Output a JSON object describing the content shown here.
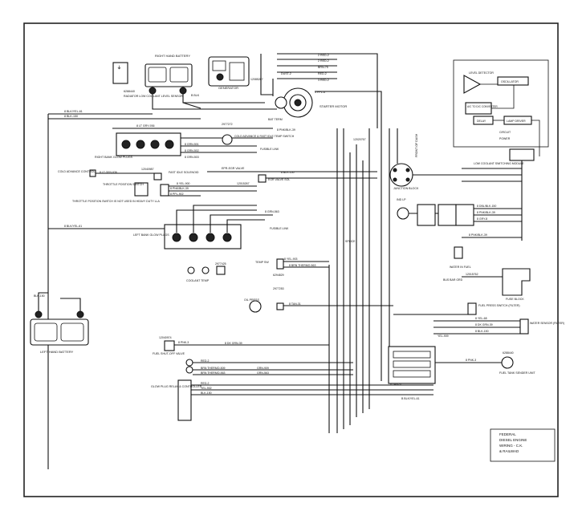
{
  "title_block": {
    "line1": "FEDERAL",
    "line2": "DIESEL ENGINE",
    "line3": "WIRING - C.K.",
    "line4": "& RAILWAD"
  },
  "components": {
    "right_battery": "RIGHT HAND BATTERY",
    "left_battery": "LEFT HAND BATTERY",
    "generator": "GENERATOR",
    "starter": "STARTER MOTOR",
    "bat_term": "BAT TERM",
    "radiator_sensor": "RADIATOR LOW COOLANT LEVEL SENSOR",
    "right_glow": "RIGHT BANK GLOW PLUGS",
    "left_glow": "LEFT BANK GLOW PLUGS",
    "cold_advance": "COLD ADVANCE CONTROL",
    "cold_advance_switch": "COLD ADVANCE & FAST IDLE TEMP SWITCH",
    "fast_idle": "FAST IDLE SOLENOID",
    "throttle": "THROTTLE POSITION SWITCH",
    "throttle_note": "THROTTLE POSITION SWITCH IS NOT USED IN HEAVY DUTY LLA",
    "egr_solenoid": "EPR-EGR VALVE",
    "egr_valve_sol": "EGR VALVE SOL",
    "junction": "JUNCTION BLOCK",
    "ind_lp": "IND LP",
    "fusible": "FUSIBLE LINK",
    "fusible2": "FUSIBLE LINK",
    "temp_sw": "TEMP SW",
    "oil_press": "OIL PRESS",
    "coolant_temp": "COOLANT TEMP",
    "fuel_shutoff": "FUEL SHUT-OFF VALVE",
    "glow_relay": "GLOW PLUG RELAY & CONTROLLER",
    "fuel_filter": "FUEL PRESS SWITCH (FILTER)",
    "water_sensor": "WATER SENSOR (FILTER)",
    "fuel_tank": "FUEL TANK SENDER UNIT",
    "fuse_block": "FUSE BLOCK",
    "low_coolant": "LOW COOLANT SWITCHING MODULE",
    "water_in_fuel": "WATER IN FUEL",
    "bus_bar": "BUS BAR GRD",
    "front_of_dash": "FRONT OF DASH",
    "splice": "SPLICE"
  },
  "module": {
    "level_detector": "LEVEL DETECTOR",
    "oscillator": "OSCILLATOR",
    "converter": "A/C TO D/C CONVERTER",
    "delay": "DELAY",
    "lamp_driver": "LAMP DRIVER",
    "circuit": "CIRCUIT",
    "power": "POWER"
  },
  "wires": {
    "w_red2": "2 RED-2",
    "w_red2b": "2 RED-2",
    "w_brn": "BRN-75",
    "w_red2c": "RED-2",
    "w_dst": "DUST-2",
    "w_red_in": "3 RED-2",
    "w_ppl": "3 PPL-6",
    "w_blk": "B BLK",
    "w_blk2": "8 BLK-150",
    "w_gry": "8 LT GRY-936",
    "w_pnk39": "8 PNK/BLK-39",
    "w_grn501": "8 GRN-501",
    "w_grn502": "8 GRN-502",
    "w_grn503": "8 GRN-503",
    "w_dbl": "8 DBL/BLK-500",
    "w_yel": "8 YEL-900",
    "w_pnk": "8 PNK/BLK-39",
    "w_ppl2": "8 PPL-902",
    "w_grn563": "8 GRN-563",
    "w_brnth": "8 BRN THERMO-563",
    "w_yel903": "8 YEL-903",
    "w_tan": "8 TAN-31",
    "w_dkgrn": "8 DK GRN-39",
    "w_pnk3": "8 PNK-3",
    "w_red2d": "RED-2",
    "w_brn509": "BRN THERMO-509",
    "w_brn563": "BRN THERMO-563",
    "w_grn909": "GRN-909",
    "w_grn563b": "GRN-563",
    "w_blk2b": "BLK-150",
    "w_red2e": "RED-2",
    "w_yel2": "YEL-902",
    "w_blk3": "BLK-150",
    "w_blkyel": "8 BLK/YEL-61",
    "w_blkyel2": "8 BLK/YEL-61",
    "w_dbl2": "8 DBL/BLK-150",
    "w_wht": "8 PNK/BLK-39",
    "w_gry2": "8 GRY-8",
    "w_pnkblk": "8 PNK/BLK-39",
    "w_yel68": "8 YEL-68",
    "w_dkgrn2": "8 DK GRN-39",
    "w_blk150": "8 BLK-150",
    "w_tan2": "8 TAN-31",
    "w_pnk3b": "8 PNK-3",
    "w_yel3": "YEL-909",
    "w_blkyel3": "B BLK/YEL-61"
  },
  "parts": {
    "p1": "6288440",
    "p2": "2977272",
    "p3": "12040987",
    "p4": "12015267",
    "p5": "12020767",
    "p6": "6294829",
    "p7": "2977253",
    "p8": "2977425",
    "p9": "12040974",
    "p10": "12015762",
    "p11": "6288440",
    "p12": "12085267"
  }
}
